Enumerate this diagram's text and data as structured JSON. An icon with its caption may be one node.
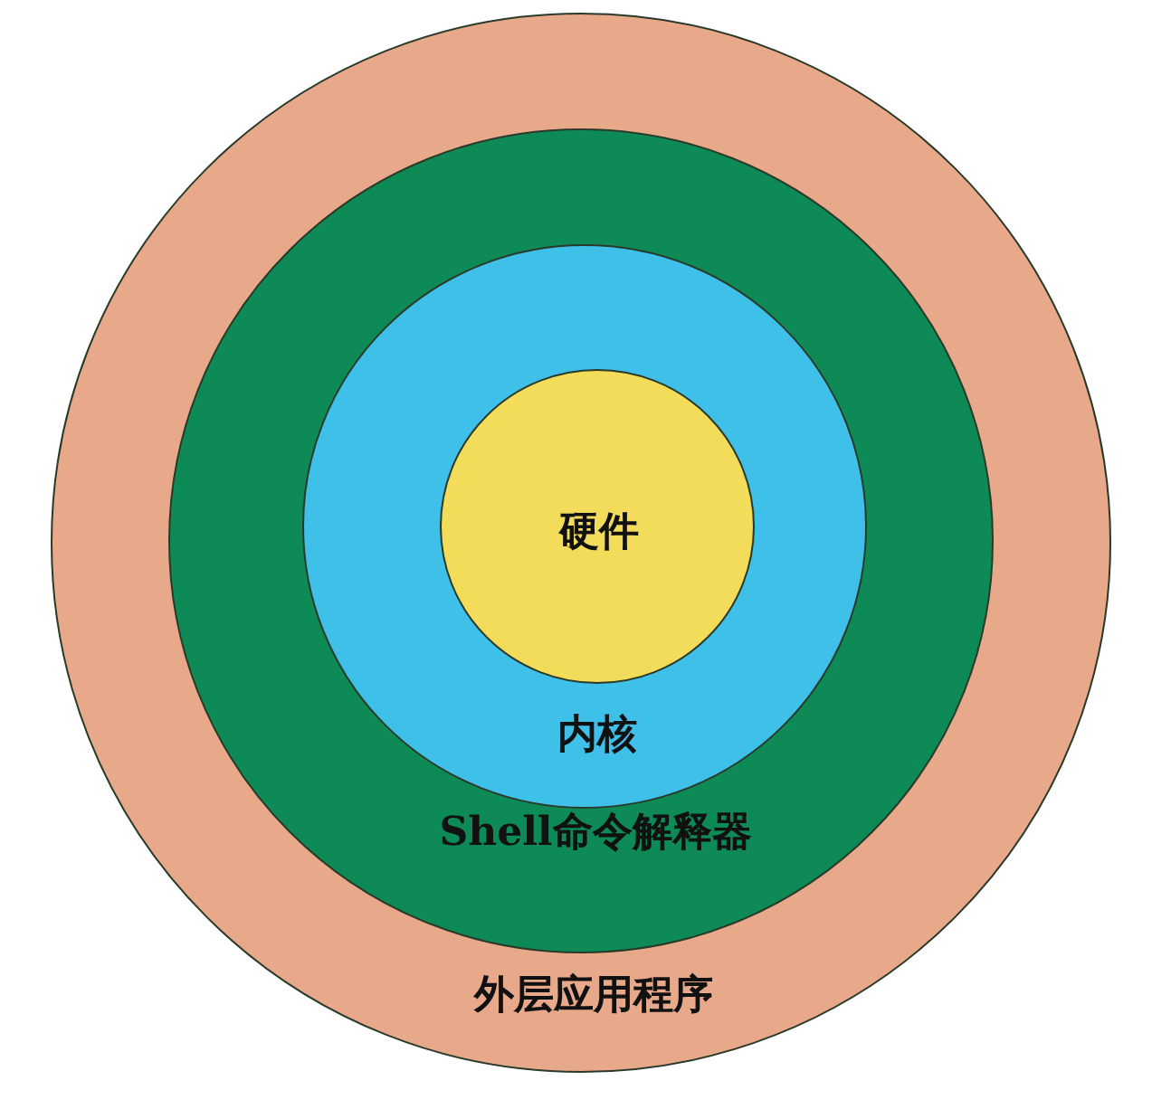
{
  "diagram": {
    "nodes": [
      {
        "text": [
          "外层应用程序"
        ]
      },
      {
        "text": [
          "Shell命令解释器"
        ],
        "in": 0
      },
      {
        "text": [
          "内核"
        ],
        "in": 1
      },
      {
        "text": [
          "硬件"
        ],
        "in": 2
      }
    ]
  }
}
